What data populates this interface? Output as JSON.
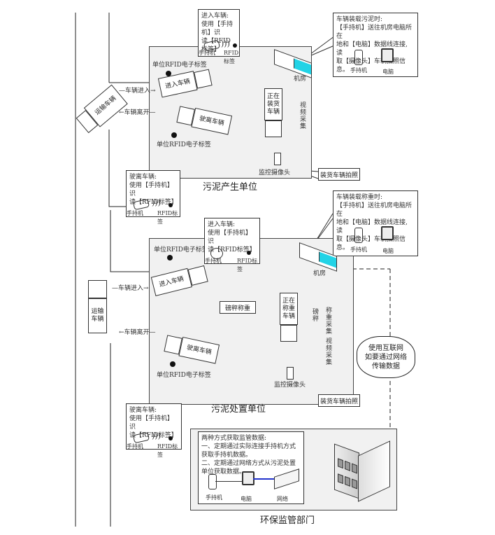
{
  "diagram": {
    "units": {
      "production": {
        "title": "污泥产生单位"
      },
      "disposal": {
        "title": "污泥处置单位"
      },
      "regulator": {
        "title": "环保监管部门"
      }
    },
    "flow_labels": {
      "enter_top": "—车辆进入→",
      "leave_top": "←车辆离开—",
      "enter_bottom": "—车辆进入→",
      "leave_bottom": "←车辆离开—"
    },
    "vehicles": {
      "transport_top": "运输车辆",
      "transport_bottom": "运输车辆",
      "entering_top": "进入车辆",
      "leaving_top": "驶离车辆",
      "loading": "正在装货车辆",
      "entering_bottom": "进入车辆",
      "leaving_bottom": "驶离车辆",
      "weighing": "正在称重车辆"
    },
    "rfid_tag_labels": {
      "top_entry": "单位RFID电子标签",
      "top_exit": "单位RFID电子标签",
      "bottom_entry": "单位RFID电子标签",
      "bottom_exit": "单位RFID电子标签"
    },
    "callouts": {
      "enter_top": {
        "line1": "进入车辆:",
        "line2": "使用【手持机】识",
        "line3": "读【RFID标签】",
        "handheld": "手持机",
        "tag": "RFID标签"
      },
      "leave_top": {
        "line1": "驶离车辆:",
        "line2": "使用【手持机】识",
        "line3": "读【RFID标签】",
        "handheld": "手持机",
        "tag": "RFID标签"
      },
      "enter_bottom": {
        "line1": "进入车辆:",
        "line2": "使用【手持机】识",
        "line3": "读【RFID标签】",
        "handheld": "手持机",
        "tag": "RFID标签"
      },
      "leave_bottom": {
        "line1": "驶离车辆:",
        "line2": "使用【手持机】识",
        "line3": "读【RFID标签】",
        "handheld": "手持机",
        "tag": "RFID标签"
      },
      "server_top": {
        "line1": "车辆装载污泥时:",
        "line2": "【手持机】送往机房电脑所在",
        "line3": "地和【电脑】数据线连接, 读",
        "line4": "取【摄像头】车辆拍照信息。",
        "handheld": "手持机",
        "pc": "电脑"
      },
      "server_bottom": {
        "line1": "车辆装载称重时:",
        "line2": "【手持机】送往机房电脑所在",
        "line3": "地和【电脑】数据线连接, 读",
        "line4": "取【摄像头】车辆拍照信息。",
        "handheld": "手持机",
        "pc": "电脑"
      },
      "regulator": {
        "line1": "两种方式获取监管数据:",
        "line2": "一、定期通过实际连接手持机方式",
        "line3": "获取手持机数据。",
        "line4": "二、定期通过网络方式从污泥处置",
        "line5": "单位获取数据。",
        "handheld": "手持机",
        "pc": "电脑",
        "network": "网络"
      }
    },
    "equipment": {
      "server_room_top": "机房",
      "server_room_bottom": "机房",
      "camera_top": "监控摄像头",
      "camera_bottom": "监控摄像头",
      "video_capture_top": "视频采集",
      "weigh_capture": "称重采集",
      "video_capture_bottom": "视频采集",
      "scale": "磅秤",
      "scale_label": "磅秤称重",
      "photo_top": "装货车辆拍照",
      "photo_bottom": "装货车辆拍照"
    },
    "cloud": {
      "line1": "使用互联网",
      "line2": "如要通过网络",
      "line3": "传输数据"
    },
    "colors": {
      "server_accent": "#22d3e6",
      "zone_fill": "#f1f1f1",
      "line": "#333333",
      "network_link": "#2233cc"
    }
  }
}
